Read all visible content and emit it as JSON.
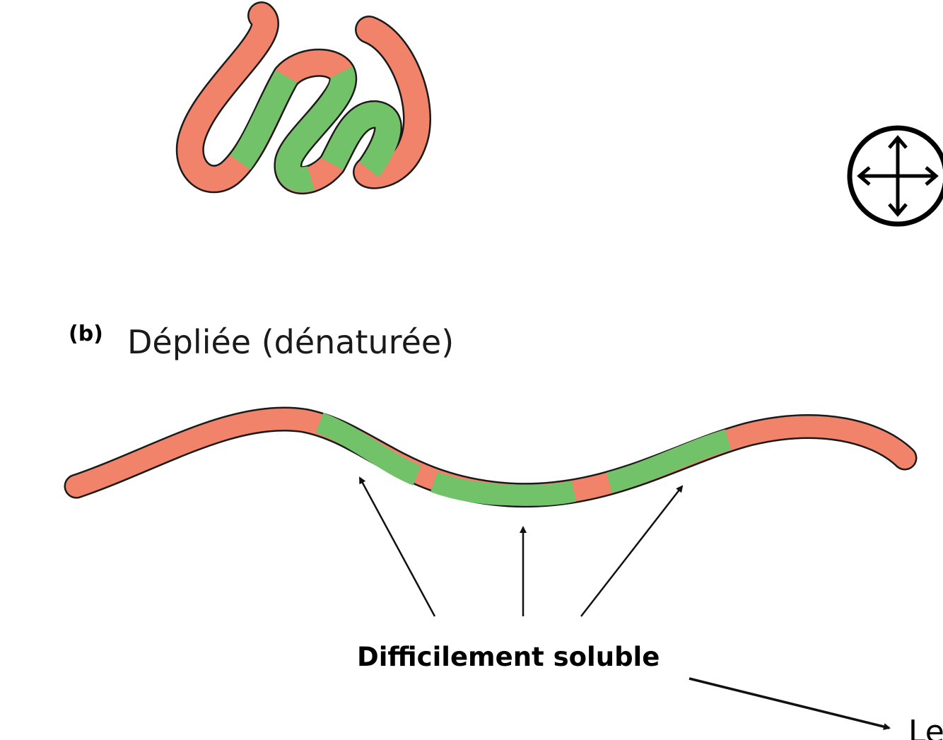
{
  "panel_b": {
    "label": "(b)",
    "heading": "Dépliée (dénaturée)"
  },
  "caption": "Difficilement soluble",
  "partial_text": "Le",
  "colors": {
    "hydrophilic": "#f0836a",
    "hydrophobic": "#72c26a",
    "outline": "#1a1a1a"
  },
  "icons": [
    "move-icon"
  ]
}
